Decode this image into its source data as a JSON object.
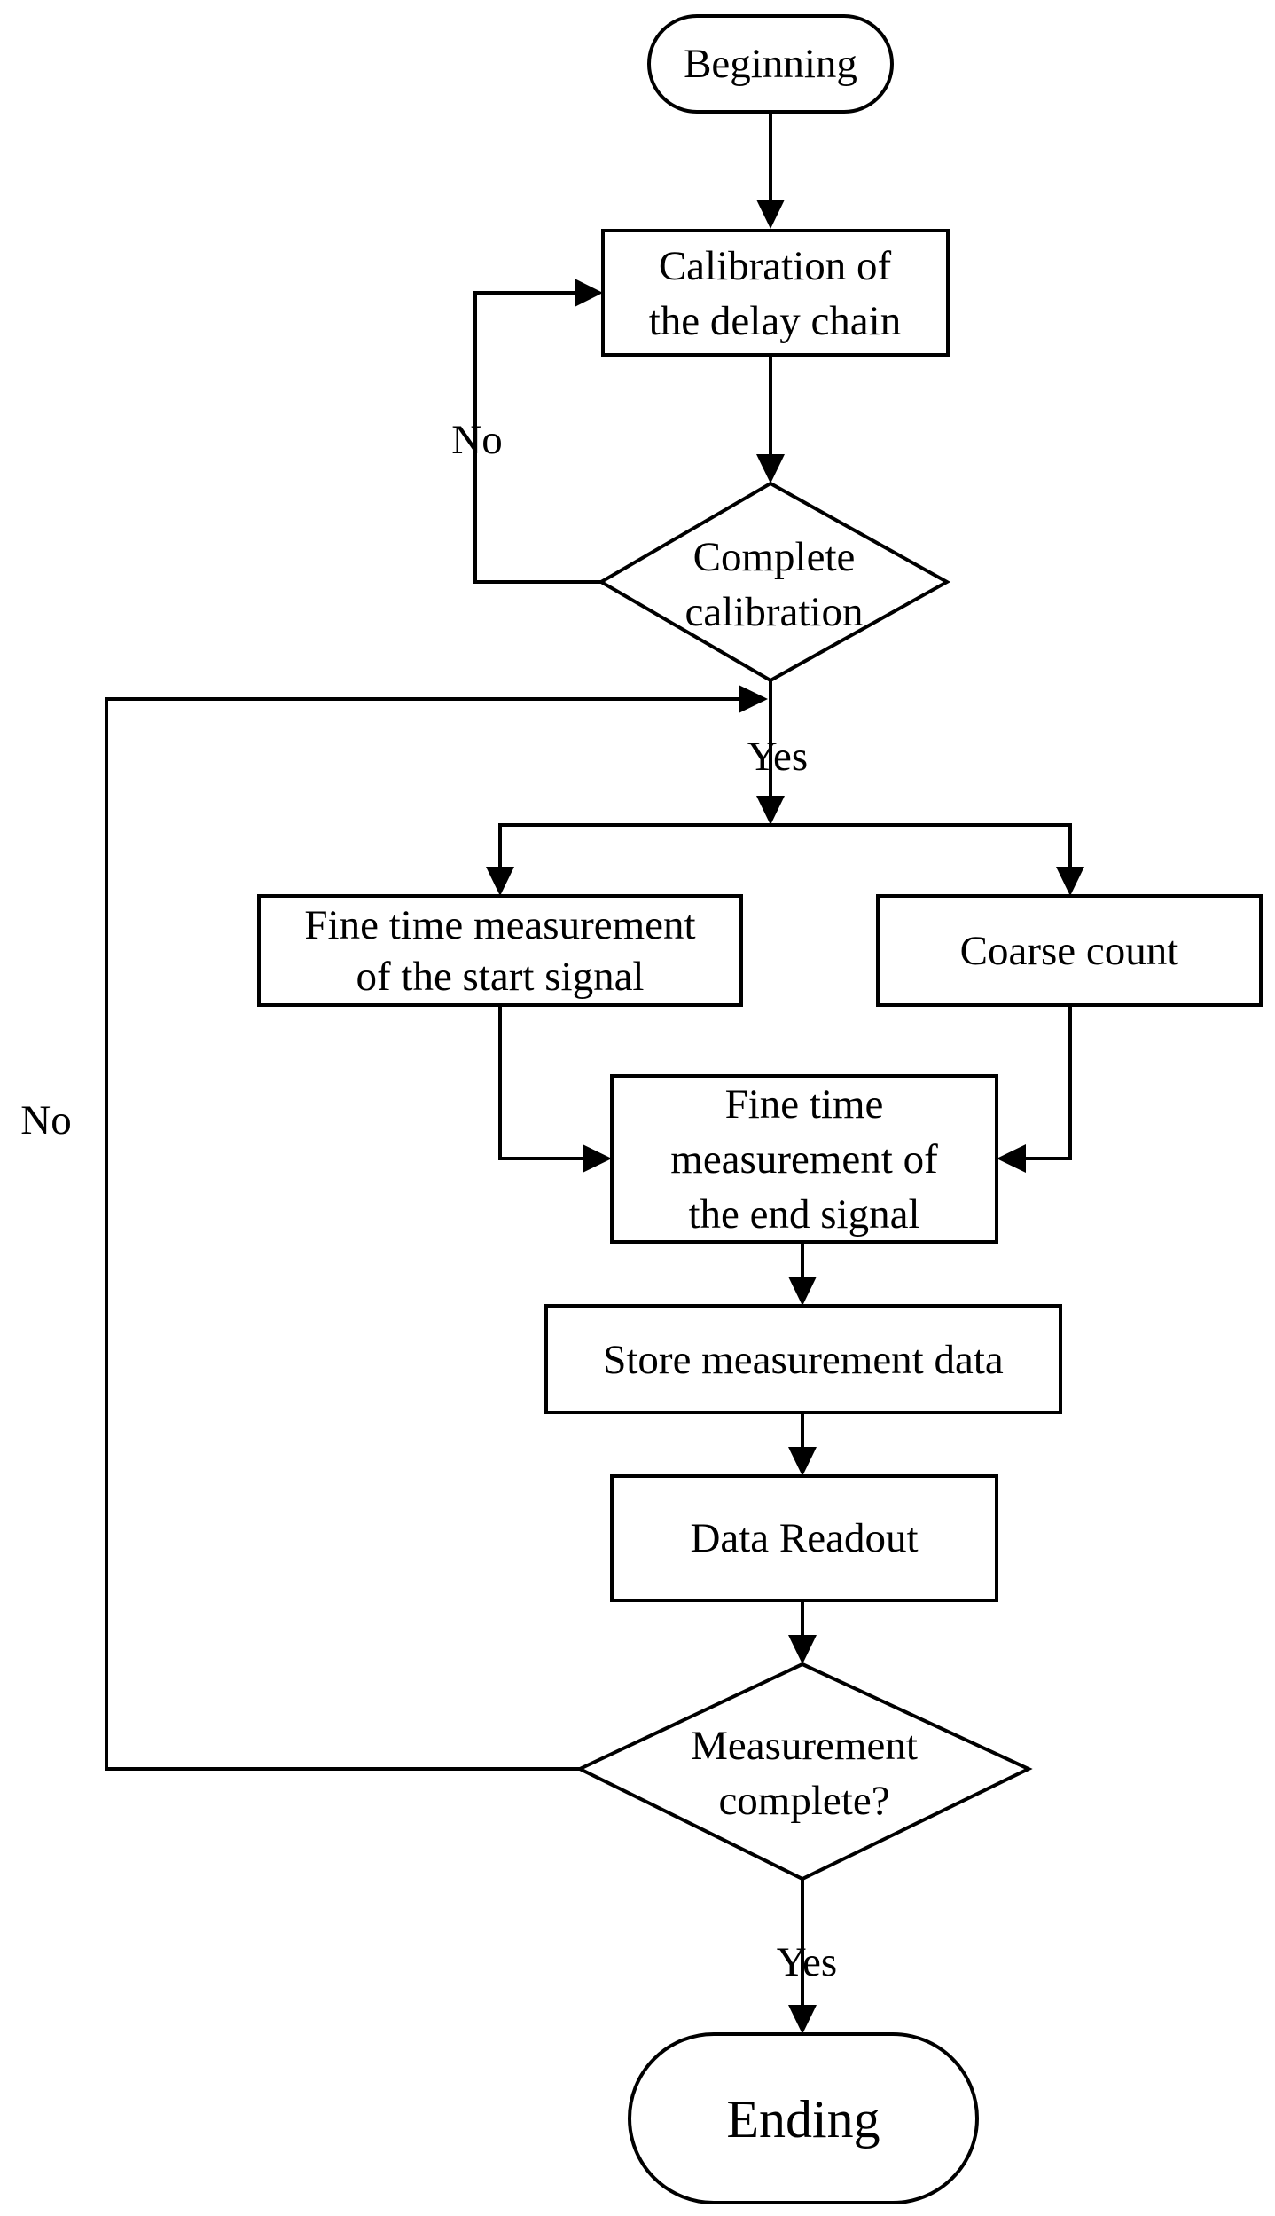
{
  "nodes": {
    "beginning": "Beginning",
    "calibrate": [
      "Calibration of",
      "the delay chain"
    ],
    "complete_calibration": [
      "Complete",
      "calibration"
    ],
    "fine_start": [
      "Fine time measurement",
      "of the start signal"
    ],
    "coarse_count": "Coarse count",
    "fine_end": [
      "Fine time",
      "measurement of",
      "the end signal"
    ],
    "store": "Store measurement data",
    "readout": "Data Readout",
    "measurement_complete": [
      "Measurement",
      "complete?"
    ],
    "ending": "Ending"
  },
  "edge_labels": {
    "calibration_no": "No",
    "calibration_yes": "Yes",
    "measurement_no": "No",
    "measurement_yes": "Yes"
  },
  "colors": {
    "stroke": "#000000",
    "fill": "#ffffff",
    "text": "#000000"
  }
}
